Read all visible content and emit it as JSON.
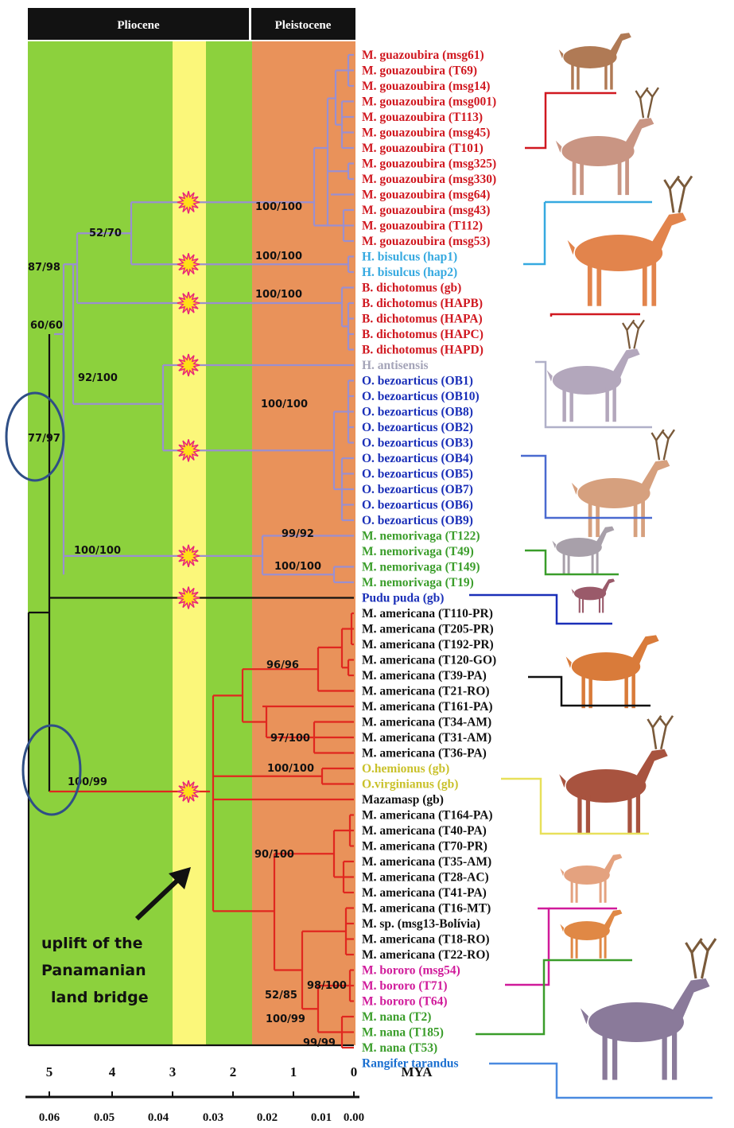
{
  "eras": {
    "pliocene": "Pliocene",
    "pleistocene": "Pleistocene"
  },
  "axis": {
    "unit": "MYA",
    "mya_ticks": [
      "5",
      "4",
      "3",
      "2",
      "1",
      "0"
    ],
    "sub_ticks": [
      "0.06",
      "0.05",
      "0.04",
      "0.03",
      "0.02",
      "0.01",
      "0.00"
    ]
  },
  "annotation": {
    "line1": "uplift of the",
    "line2": "Panamanian",
    "line3": "land bridge"
  },
  "colors": {
    "pliocene_green": "#8cd13d",
    "event_band_yellow": "#fbf77a",
    "pleistocene_orange": "#e9925a",
    "header_black": "#121212",
    "branch_purple": "#9a8fd0",
    "branch_red": "#e0271f",
    "branch_black": "#111111",
    "taxon_red": "#d01820",
    "taxon_cyan": "#35a9e0",
    "taxon_blue": "#1a2fb8",
    "taxon_green": "#3a9d2a",
    "taxon_olive": "#c9c12a",
    "taxon_grey": "#a4a4b8",
    "taxon_magenta": "#d01a9a",
    "taxon_black": "#111111",
    "circle_blue": "#2f4f86"
  },
  "taxa": [
    {
      "label": "M. guazoubira (msg61)",
      "color": "#d01820"
    },
    {
      "label": "M. gouazoubira (T69)",
      "color": "#d01820"
    },
    {
      "label": "M. gouazoubira (msg14)",
      "color": "#d01820"
    },
    {
      "label": "M. gouazoubira (msg001)",
      "color": "#d01820"
    },
    {
      "label": "M. gouazoubira (T113)",
      "color": "#d01820"
    },
    {
      "label": "M. gouazoubira (msg45)",
      "color": "#d01820"
    },
    {
      "label": "M. gouazoubira (T101)",
      "color": "#d01820"
    },
    {
      "label": "M. gouazoubira (msg325)",
      "color": "#d01820"
    },
    {
      "label": "M. gouazoubira (msg330)",
      "color": "#d01820"
    },
    {
      "label": "M. gouazoubira (msg64)",
      "color": "#d01820"
    },
    {
      "label": "M. gouazoubira (msg43)",
      "color": "#d01820"
    },
    {
      "label": "M. gouazoubira (T112)",
      "color": "#d01820"
    },
    {
      "label": "M. gouazoubira (msg53)",
      "color": "#d01820"
    },
    {
      "label": "H. bisulcus (hap1)",
      "color": "#35a9e0"
    },
    {
      "label": "H. bisulcus (hap2)",
      "color": "#35a9e0"
    },
    {
      "label": "B. dichotomus (gb)",
      "color": "#d01820"
    },
    {
      "label": "B. dichotomus (HAPB)",
      "color": "#d01820"
    },
    {
      "label": "B. dichotomus (HAPA)",
      "color": "#d01820"
    },
    {
      "label": "B. dichotomus (HAPC)",
      "color": "#d01820"
    },
    {
      "label": "B. dichotomus (HAPD)",
      "color": "#d01820"
    },
    {
      "label": "H. antisensis",
      "color": "#a4a4b8"
    },
    {
      "label": "O. bezoarticus (OB1)",
      "color": "#1a2fb8"
    },
    {
      "label": "O. bezoarticus (OB10)",
      "color": "#1a2fb8"
    },
    {
      "label": "O. bezoarticus (OB8)",
      "color": "#1a2fb8"
    },
    {
      "label": "O. bezoarticus (OB2)",
      "color": "#1a2fb8"
    },
    {
      "label": "O. bezoarticus (OB3)",
      "color": "#1a2fb8"
    },
    {
      "label": "O. bezoarticus (OB4)",
      "color": "#1a2fb8"
    },
    {
      "label": "O. bezoarticus (OB5)",
      "color": "#1a2fb8"
    },
    {
      "label": "O. bezoarticus (OB7)",
      "color": "#1a2fb8"
    },
    {
      "label": "O. bezoarticus (OB6)",
      "color": "#1a2fb8"
    },
    {
      "label": "O. bezoarticus (OB9)",
      "color": "#1a2fb8"
    },
    {
      "label": "M. nemorivaga (T122)",
      "color": "#3a9d2a"
    },
    {
      "label": "M. nemorivaga (T49)",
      "color": "#3a9d2a"
    },
    {
      "label": "M. nemorivaga (T149)",
      "color": "#3a9d2a"
    },
    {
      "label": "M. nemorivaga (T19)",
      "color": "#3a9d2a"
    },
    {
      "label": "Pudu puda (gb)",
      "color": "#1a2fb8"
    },
    {
      "label": "M. americana (T110-PR)",
      "color": "#111111"
    },
    {
      "label": "M. americana (T205-PR)",
      "color": "#111111"
    },
    {
      "label": "M. americana (T192-PR)",
      "color": "#111111"
    },
    {
      "label": "M. americana (T120-GO)",
      "color": "#111111"
    },
    {
      "label": "M. americana (T39-PA)",
      "color": "#111111"
    },
    {
      "label": "M. americana (T21-RO)",
      "color": "#111111"
    },
    {
      "label": "M. americana (T161-PA)",
      "color": "#111111"
    },
    {
      "label": "M. americana (T34-AM)",
      "color": "#111111"
    },
    {
      "label": "M. americana (T31-AM)",
      "color": "#111111"
    },
    {
      "label": "M. americana (T36-PA)",
      "color": "#111111"
    },
    {
      "label": "O.hemionus (gb)",
      "color": "#c9c12a"
    },
    {
      "label": "O.virginianus (gb)",
      "color": "#c9c12a"
    },
    {
      "label": "Mazamasp (gb)",
      "color": "#111111"
    },
    {
      "label": "M. americana (T164-PA)",
      "color": "#111111"
    },
    {
      "label": "M. americana (T40-PA)",
      "color": "#111111"
    },
    {
      "label": "M. americana (T70-PR)",
      "color": "#111111"
    },
    {
      "label": "M. americana (T35-AM)",
      "color": "#111111"
    },
    {
      "label": "M. americana (T28-AC)",
      "color": "#111111"
    },
    {
      "label": "M. americana (T41-PA)",
      "color": "#111111"
    },
    {
      "label": "M. americana (T16-MT)",
      "color": "#111111"
    },
    {
      "label": "M. sp. (msg13-Bolívia)",
      "color": "#111111"
    },
    {
      "label": "M. americana (T18-RO)",
      "color": "#111111"
    },
    {
      "label": "M. americana (T22-RO)",
      "color": "#111111"
    },
    {
      "label": "M. bororo (msg54)",
      "color": "#d01a9a"
    },
    {
      "label": "M. bororo (T71)",
      "color": "#d01a9a"
    },
    {
      "label": "M. bororo (T64)",
      "color": "#d01a9a"
    },
    {
      "label": "M. nana (T2)",
      "color": "#3a9d2a"
    },
    {
      "label": "M. nana (T185)",
      "color": "#3a9d2a"
    },
    {
      "label": "M. nana (T53)",
      "color": "#3a9d2a"
    },
    {
      "label": "Rangifer tarandus",
      "color": "#1a6fd0"
    }
  ],
  "support_values": [
    "52/70",
    "87/98",
    "60/60",
    "77/97",
    "92/100",
    "100/100",
    "100/100",
    "100/100",
    "100/100",
    "99/92",
    "100/100",
    "100/100",
    "96/96",
    "97/100",
    "100/100",
    "100/99",
    "90/100",
    "98/100",
    "52/85",
    "100/99",
    "99/99"
  ],
  "illustrations": [
    "brown-brocket-deer",
    "gray-brocket-deer",
    "huemul-deer",
    "marsh-deer",
    "taruca-deer",
    "pampas-deer",
    "amazonian-brown-brocket",
    "pudu",
    "red-brocket-deer",
    "white-tailed-deer",
    "small-red-brocket",
    "bororo-brocket",
    "reindeer"
  ]
}
